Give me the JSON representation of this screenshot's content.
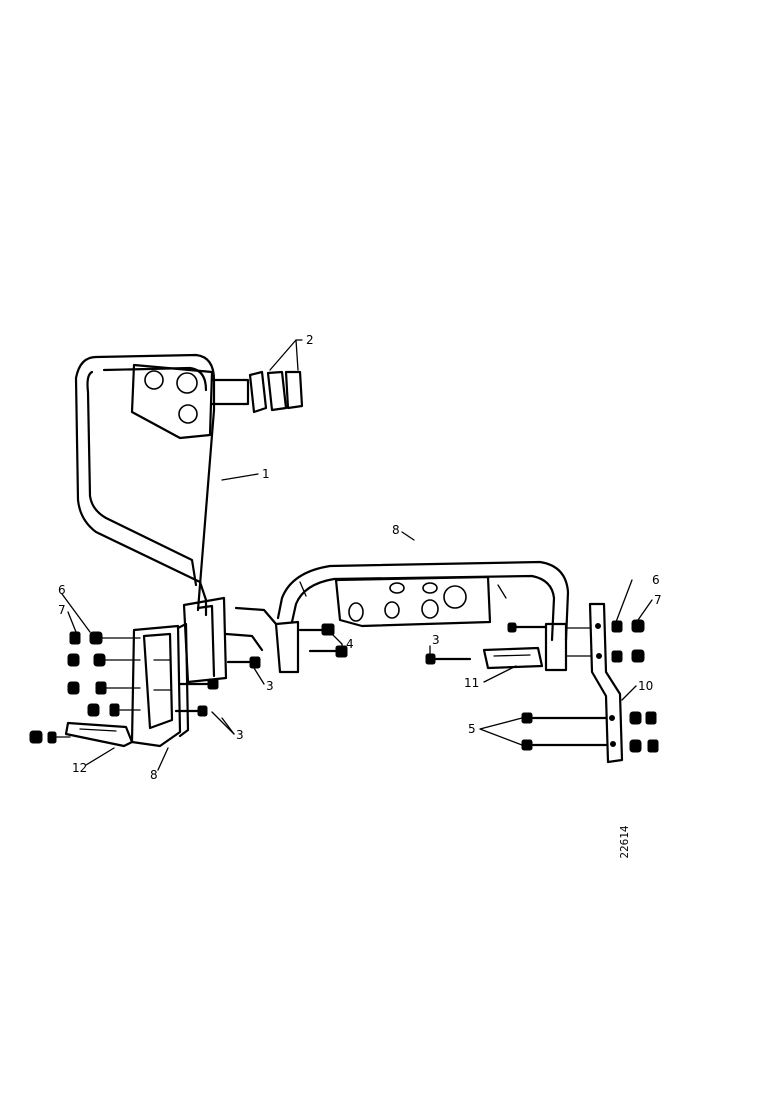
{
  "callouts": {
    "c1": "1",
    "c2": "2",
    "c3a": "3",
    "c3b": "3",
    "c3c": "3",
    "c4": "4",
    "c5": "5",
    "c6a": "6",
    "c6b": "6",
    "c7a": "7",
    "c7b": "7",
    "c8a": "8",
    "c8b": "8",
    "c10": "10",
    "c11": "11",
    "c12": "12"
  },
  "figure_ref": "22614"
}
